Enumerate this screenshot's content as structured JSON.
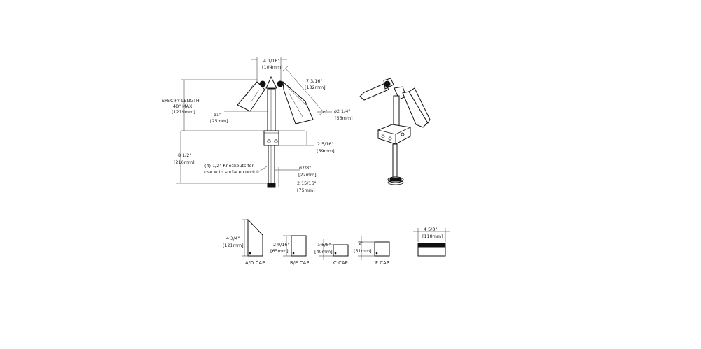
{
  "front_view": {
    "top_width": "4 1/16\"",
    "top_width_mm": "[104mm]",
    "head_length": "7 3/16\"",
    "head_length_mm": "[182mm]",
    "specify_1": "SPECIFY LENGTH",
    "specify_2": "48\" MAX",
    "specify_3": "[1219mm]",
    "stem_dia": "ø1\"",
    "stem_dia_mm": "[25mm]",
    "head_dia": "ø2 1/4\"",
    "head_dia_mm": "[56mm]",
    "box_height": "2 5/16\"",
    "box_height_mm": "[59mm]",
    "base_height": "8 1/2\"",
    "base_height_mm": "[216mm]",
    "knockouts_1": "(4) 1/2\" Knockouts for",
    "knockouts_2": "use with surface conduit",
    "pipe_dia": "ø7/8\"",
    "pipe_dia_mm": "[22mm]",
    "bottom_height": "2 15/16\"",
    "bottom_height_mm": "[75mm]"
  },
  "caps": {
    "ad_height": "4 3/4\"",
    "ad_height_mm": "[121mm]",
    "ad_label": "A/D CAP",
    "be_height": "2 9/16\"",
    "be_height_mm": "[65mm]",
    "be_label": "B/E CAP",
    "c_height": "1 5/8\"",
    "c_height_mm": "[40mm]",
    "c_label": "C CAP",
    "f_height": "2\"",
    "f_height_mm": "[51mm]",
    "f_label": "F CAP",
    "box_width": "4 5/8\"",
    "box_width_mm": "[118mm]"
  }
}
